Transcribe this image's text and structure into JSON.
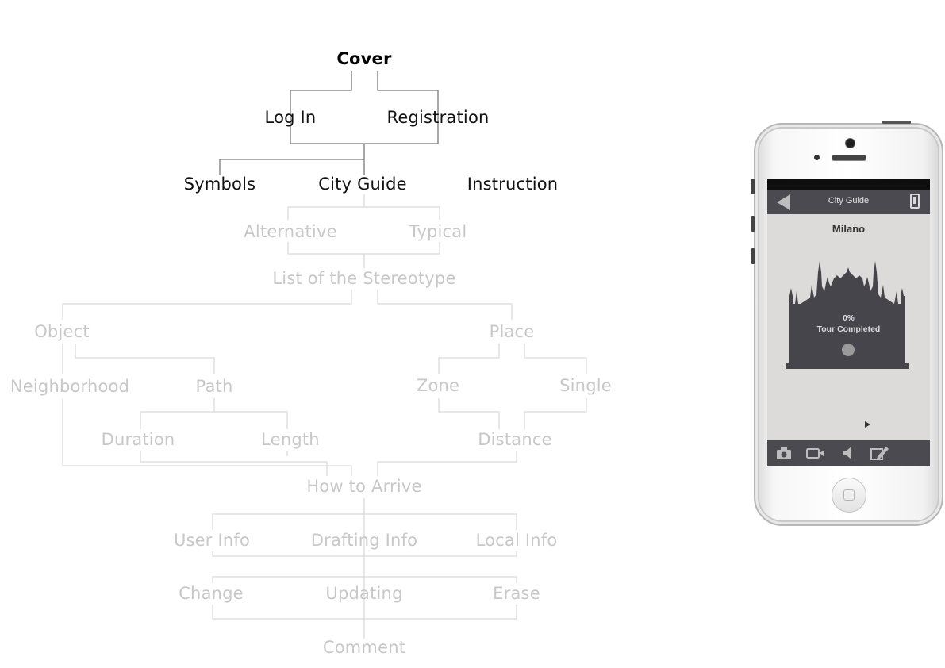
{
  "sitemap": {
    "level1": {
      "cover": "Cover"
    },
    "level2": {
      "log_in": "Log In",
      "registration": "Registration"
    },
    "level3": {
      "symbols": "Symbols",
      "city_guide": "City Guide",
      "instruction": "Instruction"
    },
    "level4": {
      "alternative": "Alternative",
      "typical": "Typical"
    },
    "level5": {
      "stereotype_list": "List of the Stereotype"
    },
    "level6": {
      "object": "Object",
      "place": "Place"
    },
    "level7": {
      "neighborhood": "Neighborhood",
      "path": "Path",
      "zone": "Zone",
      "single": "Single"
    },
    "level8": {
      "duration": "Duration",
      "length": "Length",
      "distance": "Distance"
    },
    "level9": {
      "how_to_arrive": "How to Arrive"
    },
    "level10": {
      "user_info": "User Info",
      "drafting_info": "Drafting Info",
      "local_info": "Local Info"
    },
    "level11": {
      "change": "Change",
      "updating": "Updating",
      "erase": "Erase"
    },
    "level12": {
      "comment": "Comment"
    }
  },
  "phone": {
    "nav_title": "City Guide",
    "city_name": "Milano",
    "progress_percent": "0%",
    "progress_label": "Tour Completed",
    "progress_value": 0,
    "toolbar_icons": [
      "camera-icon",
      "video-icon",
      "audio-icon",
      "pencil-icon"
    ]
  },
  "colors": {
    "active_text": "#111111",
    "inactive_text": "#c8c8c8",
    "app_bar": "#4a4a50",
    "screen_bg": "#dcdbd9"
  }
}
